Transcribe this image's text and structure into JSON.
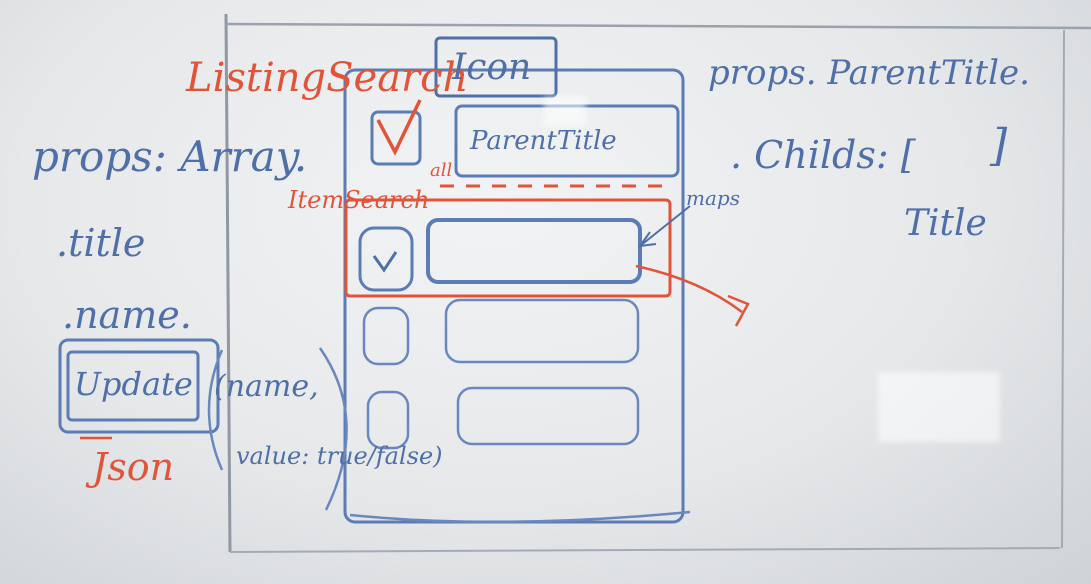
{
  "board": {
    "listing_title": "ListingSearch",
    "icon_label": "Icon",
    "parent_title_box": "ParentTitle",
    "item_search_label": "ItemSearch",
    "all_label": "all",
    "maps_label": "maps",
    "left_notes": {
      "props": "props: Array.",
      "title": ".title",
      "name": ".name.",
      "update_button": "Update",
      "params_name": "(name,",
      "params_value": "value: true/false)",
      "json": "Json"
    },
    "right_notes": {
      "parent_title": "props. ParentTitle.",
      "childs": ". Childs: [",
      "childs_close": "]",
      "title": "Title"
    }
  },
  "colors": {
    "marker_blue": "#4f6fa8",
    "marker_red": "#e0553a",
    "board": "#eceef0"
  }
}
